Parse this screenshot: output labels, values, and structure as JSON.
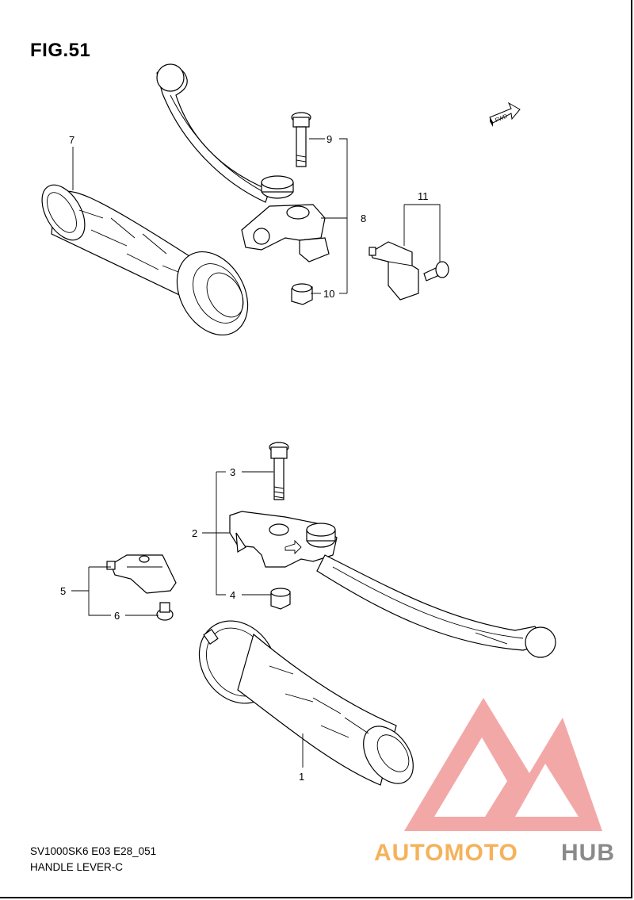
{
  "figure": {
    "title": "FIG.51",
    "model_code": "SV1000SK6 E03 E28_051",
    "name": "HANDLE LEVER-C"
  },
  "direction_marker": {
    "label": "FWD",
    "icon": "forward-arrow-icon"
  },
  "callouts": {
    "c1": "1",
    "c2": "2",
    "c3": "3",
    "c4": "4",
    "c5": "5",
    "c6": "6",
    "c7": "7",
    "c8": "8",
    "c9": "9",
    "c10": "10",
    "c11": "11"
  },
  "watermark": {
    "text_part1": "AUTOMOTO",
    "text_part2": "HUB",
    "color_light": "#f5b25b",
    "color_red": "#f08080",
    "color_dark": "#8a8a8a",
    "icon": "triangle-m-logo"
  }
}
